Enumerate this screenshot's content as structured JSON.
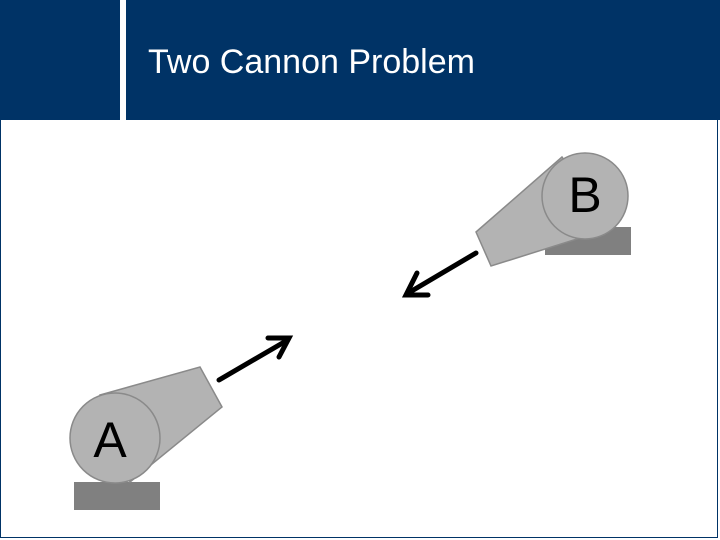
{
  "slide": {
    "title": "Two Cannon Problem"
  },
  "diagram": {
    "cannon_a_label": "A",
    "cannon_b_label": "B"
  },
  "colors": {
    "header": "#003366",
    "cannon": "#b3b3b3",
    "cannon_outline": "#8a8a8a",
    "base": "#808080",
    "arrow": "#000000"
  }
}
